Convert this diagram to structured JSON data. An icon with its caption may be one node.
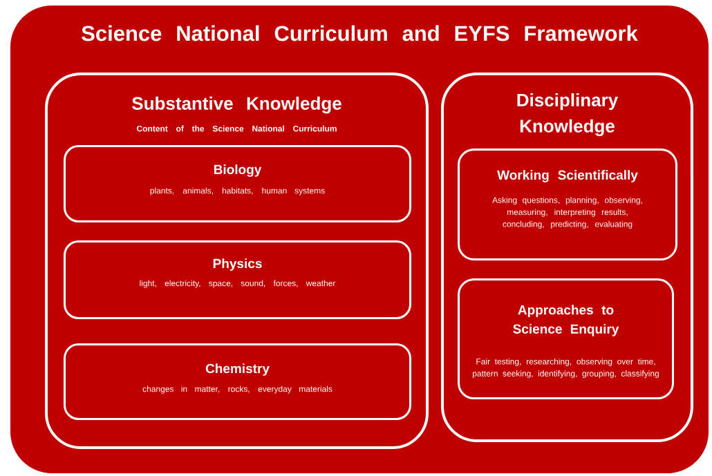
{
  "diagram": {
    "nodes": [
      {
        "text": [
          "Science National Curriculum and EYFS Framework"
        ]
      },
      {
        "text": [
          "Substantive Knowledge",
          "Content of the Science National Curriculum"
        ],
        "in": 0
      },
      {
        "text": [
          "Biology",
          "plants, animals, habitats, human systems"
        ],
        "in": 1
      },
      {
        "text": [
          "Physics",
          "light, electricity, space, sound, forces, weather"
        ],
        "in": 1
      },
      {
        "text": [
          "Chemistry",
          "changes in matter, rocks, everyday materials"
        ],
        "in": 1
      },
      {
        "text": [
          "Disciplinary Knowledge"
        ],
        "in": 0
      },
      {
        "text": [
          "Working Scientifically",
          "Asking questions, planning, observing, measuring, interpreting results, concluding, predicting, evaluating"
        ],
        "in": 5
      },
      {
        "text": [
          "Approaches to Science Enquiry",
          "Fair testing, researching, observing over time, pattern seeking, identifying, grouping, classifying"
        ],
        "in": 5
      }
    ]
  }
}
